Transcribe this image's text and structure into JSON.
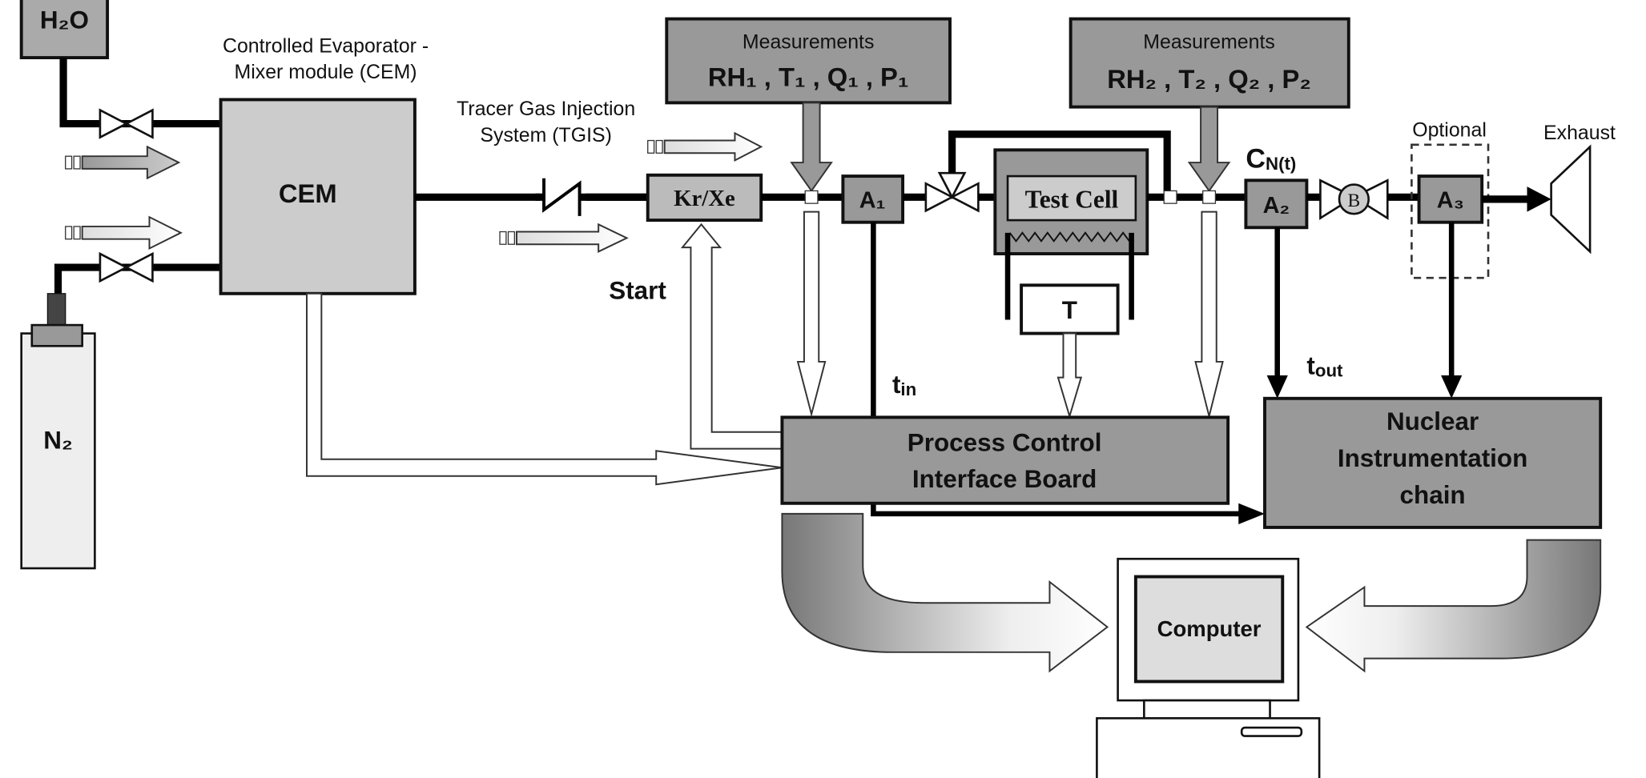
{
  "labels": {
    "h2o": "H₂O",
    "n2": "N₂",
    "cem_caption_1": "Controlled Evaporator -",
    "cem_caption_2": "Mixer module (CEM)",
    "cem": "CEM",
    "tgis_1": "Tracer Gas Injection",
    "tgis_2": "System (TGIS)",
    "krxe": "Kr/Xe",
    "start": "Start",
    "meas1_title": "Measurements",
    "meas1_values": "RH₁ , T₁ , Q₁ , P₁",
    "meas2_title": "Measurements",
    "meas2_values": "RH₂ , T₂ , Q₂ , P₂",
    "a1": "A₁",
    "a2": "A₂",
    "a3": "A₃",
    "b": "B",
    "test_cell": "Test Cell",
    "t": "T",
    "cnt": "C",
    "cnt_sub": "N(t)",
    "tin": "t",
    "tin_sub": "in",
    "tout": "t",
    "tout_sub": "out",
    "optional": "Optional",
    "exhaust": "Exhaust",
    "pcib_1": "Process Control",
    "pcib_2": "Interface Board",
    "nic_1": "Nuclear",
    "nic_2": "Instrumentation",
    "nic_3": "chain",
    "computer": "Computer"
  },
  "colors": {
    "box_gray": "#999999",
    "light_gray": "#cccccc",
    "pipe": "#000000"
  }
}
